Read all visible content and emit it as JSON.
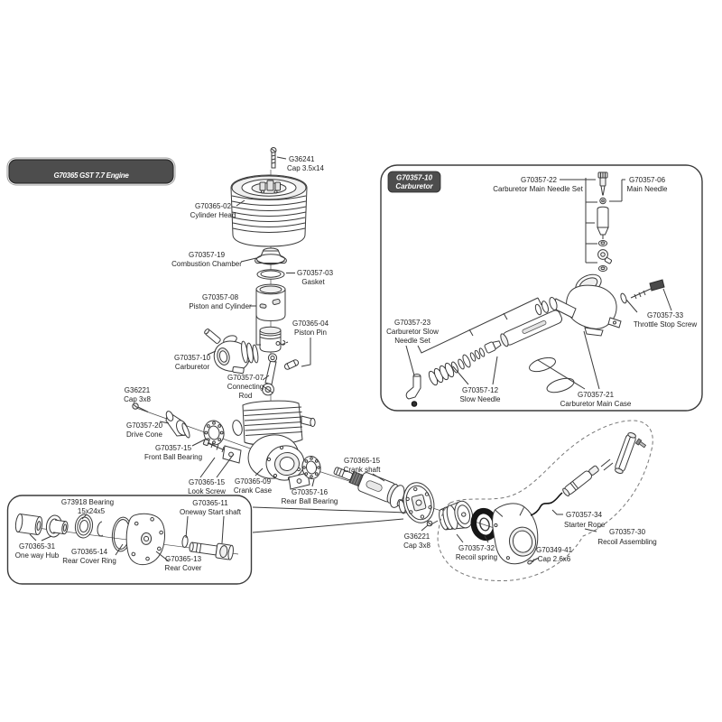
{
  "title": "G70365 GST 7.7 Engine",
  "inset": {
    "badge": [
      "G70357-10",
      "Carburetor"
    ],
    "labels": {
      "main_needle_set": [
        "G70357-22",
        "Carburetor Main Needle Set"
      ],
      "main_needle": [
        "G70357-06",
        "Main Needle"
      ],
      "slow_needle_set": [
        "G70357-23",
        "Carburetor Slow",
        "Needle Set"
      ],
      "slow_needle": [
        "G70357-12",
        "Slow Needle"
      ],
      "throttle_stop_screw": [
        "G70357-33",
        "Throttle Stop Screw"
      ],
      "main_case": [
        "G70357-21",
        "Carburetor Main Case"
      ]
    }
  },
  "labels": {
    "cap_m3_5x14": [
      "G36241",
      "Cap 3.5x14"
    ],
    "cylinder_head": [
      "G70365-02",
      "Cylinder Head"
    ],
    "combustion_chamber": [
      "G70357-19",
      "Combustion Chamber"
    ],
    "gasket": [
      "G70357-03",
      "Gasket"
    ],
    "piston_and_cylinder": [
      "G70357-08",
      "Piston and Cylinder"
    ],
    "piston_pin": [
      "G70365-04",
      "Piston Pin"
    ],
    "carburetor": [
      "G70357-10",
      "Carburetor"
    ],
    "connecting_rod": [
      "G70357-07",
      "Connecting",
      "Rod"
    ],
    "cap_3x8_front": [
      "G36221",
      "Cap 3x8"
    ],
    "drive_cone": [
      "G70357-20",
      "Drive Cone"
    ],
    "front_ball_bearing": [
      "G70357-15",
      "Front Ball Bearing"
    ],
    "look_screw": [
      "G70365-15",
      "Look Screw"
    ],
    "crank_case": [
      "G70365-09",
      "Crank Case"
    ],
    "rear_ball_bearing": [
      "G70357-16",
      "Rear Ball Bearing"
    ],
    "crank_shaft": [
      "G70365-15",
      "Crank shaft"
    ],
    "bearing_15x24x5": [
      "G73918 Bearing",
      "15x24x5"
    ],
    "oneway_start_shaft": [
      "G70365-11",
      "Oneway  Start shaft"
    ],
    "one_way_hub": [
      "G70365-31",
      "One way Hub"
    ],
    "rear_cover_ring": [
      "G70365-14",
      "Rear Cover Ring"
    ],
    "rear_cover": [
      "G70365-13",
      "Rear Cover"
    ],
    "cap_3x8_rear": [
      "G36221",
      "Cap 3x8"
    ],
    "recoil_spring": [
      "G70357-32",
      "Recoil spring"
    ],
    "cap_2_6x6": [
      "G70349-41",
      "Cap 2.6x6"
    ],
    "starter_rope": [
      "G70357-34",
      "Starter Rope"
    ],
    "recoil_assembling": [
      "G70357-30",
      "Recoil Assembling"
    ]
  }
}
